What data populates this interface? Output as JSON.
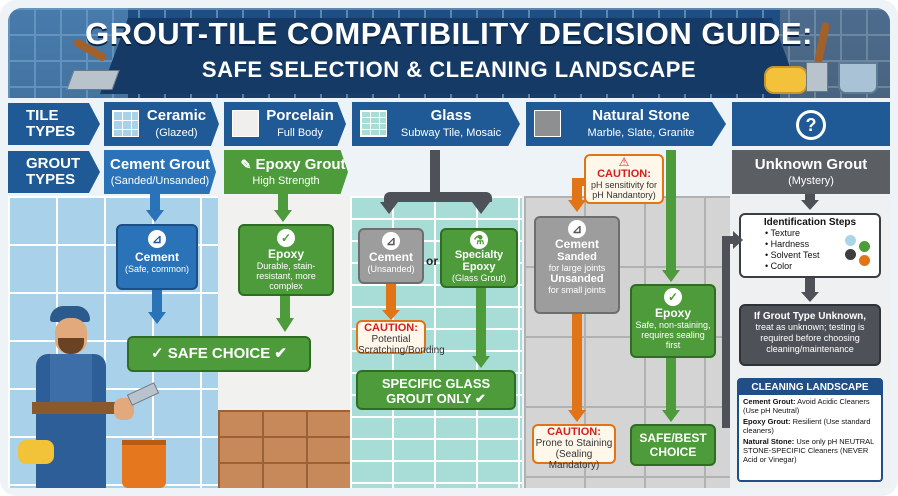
{
  "title": {
    "line1": "GROUT-TILE COMPATIBILITY DECISION GUIDE:",
    "line2": "SAFE SELECTION & CLEANING LANDSCAPE"
  },
  "rows": {
    "tile_label": "TILE\nTYPES",
    "grout_label": "GROUT\nTYPES"
  },
  "tiles": [
    {
      "name": "Ceramic",
      "sub": "(Glazed)",
      "swatch": "#a9d1ea"
    },
    {
      "name": "Porcelain",
      "sub": "Full Body",
      "swatch": "#f0efed"
    },
    {
      "name": "Glass",
      "sub": "Subway Tile, Mosaic",
      "swatch": "#a8dcd6"
    },
    {
      "name": "Natural Stone",
      "sub": "Marble, Slate, Granite",
      "swatch": "#8d8f90"
    },
    {
      "name": "?",
      "sub": ""
    }
  ],
  "grouts": [
    {
      "name": "Cement Grout",
      "sub": "(Sanded/Unsanded)",
      "color": "#2a73b8"
    },
    {
      "name": "Epoxy Grout",
      "sub": "High Strength",
      "color": "#4d9b3a"
    },
    {
      "name": "Unknown Grout",
      "sub": "(Mystery)",
      "color": "#5b5f64"
    }
  ],
  "ceramic": {
    "cement_title": "Cement",
    "cement_sub": "(Safe, common)",
    "safe_choice": "SAFE CHOICE"
  },
  "porcelain": {
    "epoxy_title": "Epoxy",
    "epoxy_sub": "Durable, stain-resistant, more complex"
  },
  "glass": {
    "cement_title": "Cement",
    "cement_sub": "(Unsanded)",
    "or": "or",
    "specialty_title": "Specialty Epoxy",
    "specialty_sub": "(Glass Grout)",
    "caution_title": "CAUTION:",
    "caution_text": "Potential Scratching/Bonding",
    "result": "SPECIFIC GLASS GROUT ONLY"
  },
  "stone": {
    "caution_top_title": "CAUTION:",
    "caution_top_text": "pH sensitivity for pH Nandantory)",
    "cement_line1": "Cement",
    "cement_line2": "Sanded",
    "cement_line3": "for large joints",
    "cement_line4": "Unsanded",
    "cement_line5": "for small joints",
    "epoxy_title": "Epoxy",
    "epoxy_sub": "Safe, non-staining, requires sealing first",
    "caution_bottom_title": "CAUTION:",
    "caution_bottom_text": "Prone to Staining (Sealing Mandatory)",
    "result": "SAFE/BEST CHOICE"
  },
  "unknown": {
    "id_title": "Identification Steps",
    "id_steps": [
      "Texture",
      "Hardness",
      "Solvent Test",
      "Color"
    ],
    "unknown_title": "If Grout Type Unknown,",
    "unknown_text": "treat as unknown; testing is required before choosing cleaning/maintenance"
  },
  "cleaning": {
    "title": "CLEANING LANDSCAPE",
    "items": [
      {
        "label": "Cement Grout:",
        "text": "Avoid Acidic Cleaners (Use pH Neutral)"
      },
      {
        "label": "Epoxy Grout:",
        "text": "Resilient (Use standard cleaners)"
      },
      {
        "label": "Natural Stone:",
        "text": "Use only pH NEUTRAL STONE-SPECIFIC Cleaners (NEVER Acid or Vinegar)"
      }
    ]
  },
  "colors": {
    "navy": "#1f5a96",
    "green": "#4d9b3a",
    "orange": "#e07416",
    "caution_red": "#d4201a"
  }
}
